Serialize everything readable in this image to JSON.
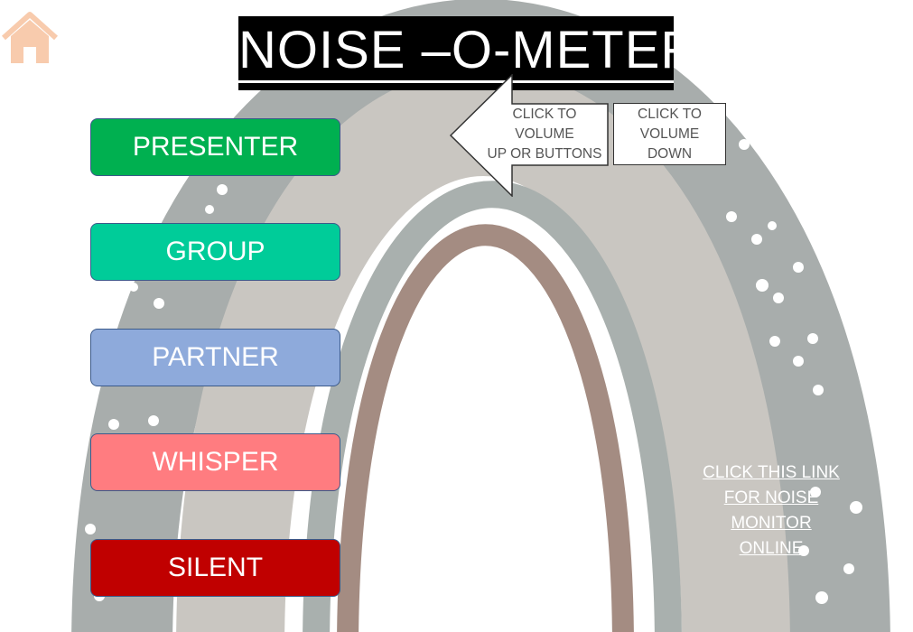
{
  "title": "NOISE –O-METER",
  "buttons": [
    {
      "label": "PRESENTER",
      "color": "#00b050"
    },
    {
      "label": "GROUP",
      "color": "#00cc99"
    },
    {
      "label": "PARTNER",
      "color": "#8eaadb"
    },
    {
      "label": "WHISPER",
      "color": "#ff7c80"
    },
    {
      "label": "SILENT",
      "color": "#c00000"
    }
  ],
  "volume_up_text": [
    "CLICK TO",
    "VOLUME",
    "UP OR BUTTONS"
  ],
  "volume_down_text": [
    "CLICK TO",
    "VOLUME",
    "DOWN"
  ],
  "link_text": [
    "CLICK THIS LINK",
    "FOR NOISE",
    "MONITOR",
    "ONLINE"
  ],
  "icons": {
    "home": "home-icon"
  }
}
